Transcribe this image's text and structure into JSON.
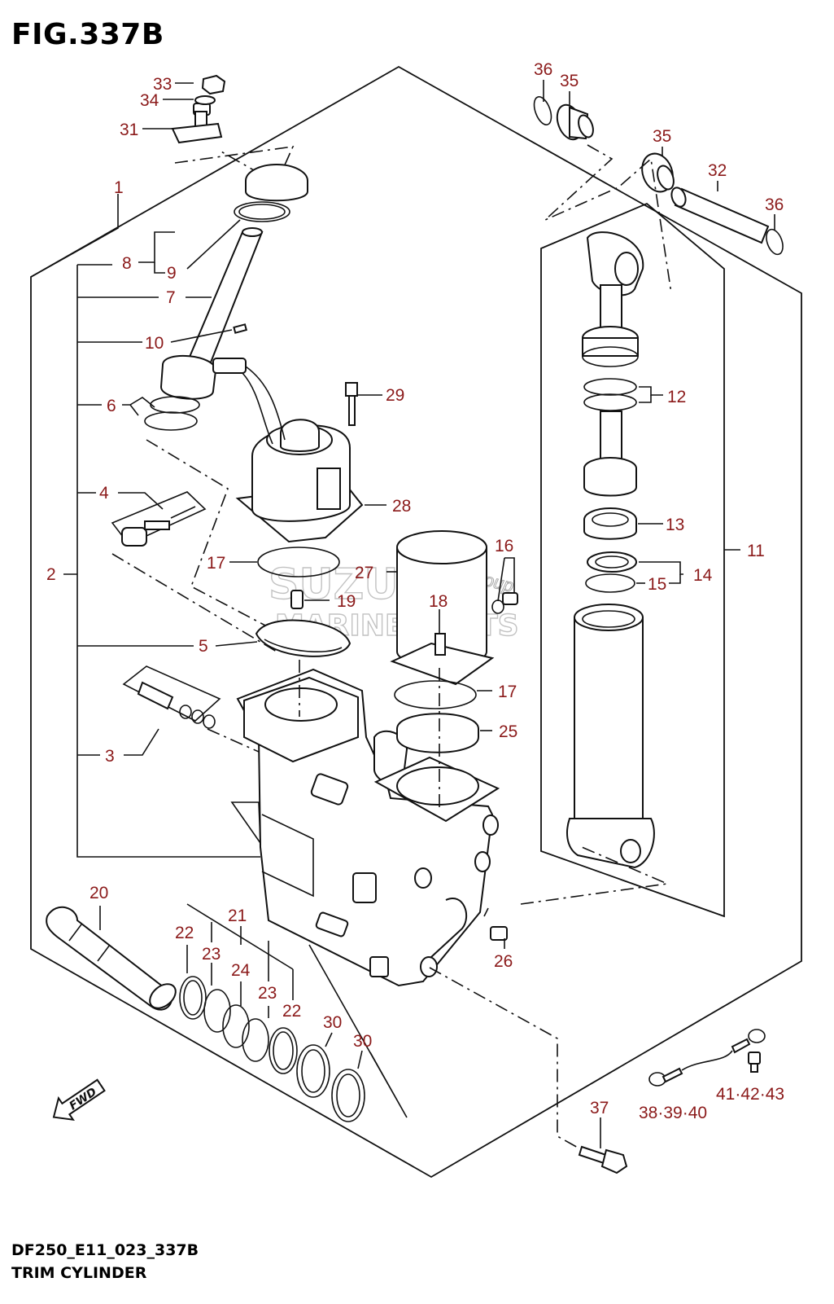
{
  "figure": {
    "title": "FIG.337B",
    "code": "DF250_E11_023_337B",
    "name": "TRIM CYLINDER"
  },
  "watermark": {
    "brand": "SUZUKI",
    "line": "MARINE PARTS",
    "script": "Motorgroup"
  },
  "fwd_arrow": "FWD",
  "callouts": [
    {
      "id": "c1",
      "text": "1"
    },
    {
      "id": "c2",
      "text": "2"
    },
    {
      "id": "c3",
      "text": "3"
    },
    {
      "id": "c4",
      "text": "4"
    },
    {
      "id": "c5",
      "text": "5"
    },
    {
      "id": "c6",
      "text": "6"
    },
    {
      "id": "c7",
      "text": "7"
    },
    {
      "id": "c8",
      "text": "8"
    },
    {
      "id": "c9",
      "text": "9"
    },
    {
      "id": "c10",
      "text": "10"
    },
    {
      "id": "c11",
      "text": "11"
    },
    {
      "id": "c12",
      "text": "12"
    },
    {
      "id": "c13",
      "text": "13"
    },
    {
      "id": "c14",
      "text": "14"
    },
    {
      "id": "c15",
      "text": "15"
    },
    {
      "id": "c16",
      "text": "16"
    },
    {
      "id": "c17a",
      "text": "17"
    },
    {
      "id": "c17b",
      "text": "17"
    },
    {
      "id": "c18",
      "text": "18"
    },
    {
      "id": "c19",
      "text": "19"
    },
    {
      "id": "c20",
      "text": "20"
    },
    {
      "id": "c21",
      "text": "21"
    },
    {
      "id": "c22a",
      "text": "22"
    },
    {
      "id": "c22b",
      "text": "22"
    },
    {
      "id": "c23a",
      "text": "23"
    },
    {
      "id": "c23b",
      "text": "23"
    },
    {
      "id": "c24",
      "text": "24"
    },
    {
      "id": "c25",
      "text": "25"
    },
    {
      "id": "c26",
      "text": "26"
    },
    {
      "id": "c27",
      "text": "27"
    },
    {
      "id": "c28",
      "text": "28"
    },
    {
      "id": "c29",
      "text": "29"
    },
    {
      "id": "c30a",
      "text": "30"
    },
    {
      "id": "c30b",
      "text": "30"
    },
    {
      "id": "c31",
      "text": "31"
    },
    {
      "id": "c32",
      "text": "32"
    },
    {
      "id": "c33",
      "text": "33"
    },
    {
      "id": "c34",
      "text": "34"
    },
    {
      "id": "c35a",
      "text": "35"
    },
    {
      "id": "c35b",
      "text": "35"
    },
    {
      "id": "c36a",
      "text": "36"
    },
    {
      "id": "c36b",
      "text": "36"
    },
    {
      "id": "c37",
      "text": "37"
    },
    {
      "id": "c38",
      "text": "38·39·40"
    },
    {
      "id": "c41",
      "text": "41·42·43"
    }
  ]
}
